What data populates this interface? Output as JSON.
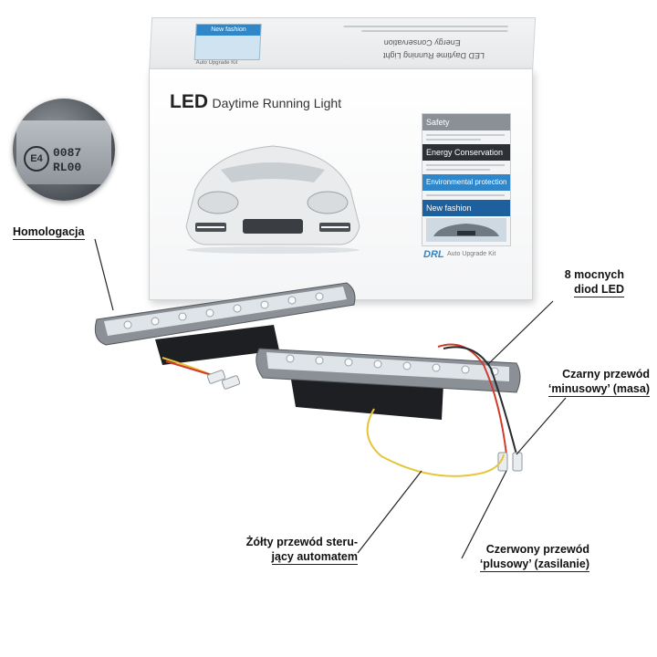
{
  "box": {
    "title_bold": "LED",
    "title_rest": "Daytime Running Light",
    "top_title": "LED Daytime Running Light",
    "top_subtitle": "Energy Conservation",
    "top_window_label": "New fashion",
    "top_window_caption": "Auto Upgrade Kit",
    "panel": {
      "safety": "Safety",
      "energy": "Energy Conservation",
      "environmental": "Environmental protection",
      "fashion": "New fashion"
    },
    "brand": "DRL",
    "tagline": "Auto Upgrade Kit"
  },
  "seal": {
    "mark": "E4",
    "line1": "0087",
    "line2": "RL00"
  },
  "callouts": {
    "homologation": "Homologacja",
    "leds_line1": "8 mocnych",
    "leds_line2": "diod LED",
    "black_line1": "Czarny przewód",
    "black_line2": "‘minusowy’ (masa)",
    "yellow_line1": "Żółty przewód steru-",
    "yellow_line2": "jący automatem",
    "red_line1": "Czerwony przewód",
    "red_line2": "‘plusowy’ (zasilanie)"
  },
  "colors": {
    "panel_safety": "#8a9096",
    "panel_energy": "#2d3136",
    "panel_environmental": "#2f86c9",
    "panel_fashion": "#1e5f9e",
    "wire_yellow": "#e6c53a",
    "wire_red": "#d23a2a"
  }
}
